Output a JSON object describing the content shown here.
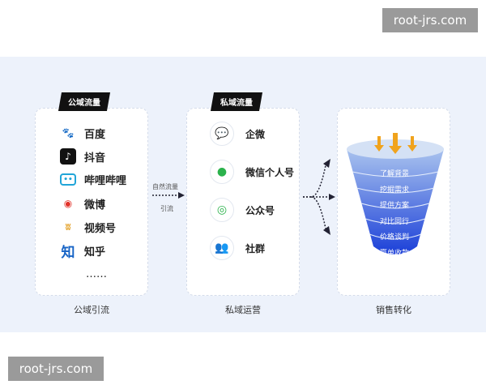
{
  "watermarks": [
    "root-jrs.com",
    "root-jrs.com"
  ],
  "public": {
    "tag": "公域流量",
    "items": [
      "百度",
      "抖音",
      "哔哩哔哩",
      "微博",
      "视频号",
      "知乎"
    ],
    "more": "……",
    "caption": "公域引流"
  },
  "flow": {
    "top": "自然流量",
    "bottom": "引流"
  },
  "private": {
    "tag": "私域流量",
    "items": [
      "企微",
      "微信个人号",
      "公众号",
      "社群"
    ],
    "caption": "私域运营"
  },
  "sales": {
    "stages": [
      "了解背景",
      "挖掘需求",
      "提供方案",
      "对比同行",
      "价格谈判",
      "赢单收款"
    ],
    "caption": "销售转化"
  }
}
